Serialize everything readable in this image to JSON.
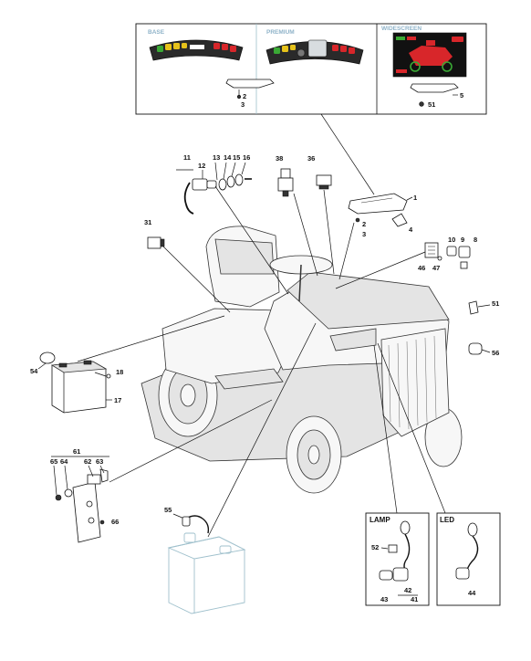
{
  "variants": {
    "base": "BASE",
    "premium": "PREMIUM",
    "widescreen": "WIDESCREEN"
  },
  "inset_boxes": {
    "lamp": "LAMP",
    "led": "LED"
  },
  "callouts": {
    "c1": "1",
    "c2": "2",
    "c3": "3",
    "c4": "4",
    "c5": "5",
    "c8": "8",
    "c9": "9",
    "c10": "10",
    "c11": "11",
    "c12": "12",
    "c13": "13",
    "c14": "14",
    "c15": "15",
    "c16": "16",
    "c17": "17",
    "c18": "18",
    "c31": "31",
    "c36": "36",
    "c38": "38",
    "c41": "41",
    "c42": "42",
    "c43": "43",
    "c44": "44",
    "c46": "46",
    "c47": "47",
    "c51": "51",
    "c52": "52",
    "c54": "54",
    "c55": "55",
    "c56": "56",
    "c61": "61",
    "c62": "62",
    "c63": "63",
    "c64": "64",
    "c65": "65",
    "c66": "66"
  },
  "colors": {
    "panel_title": "#8fb3c9",
    "led_green": "#3aa935",
    "led_yellow": "#e6c21a",
    "led_red": "#d8262a",
    "screen_dark": "#1a1a1a",
    "ghost_outline": "#9fc0cc"
  }
}
